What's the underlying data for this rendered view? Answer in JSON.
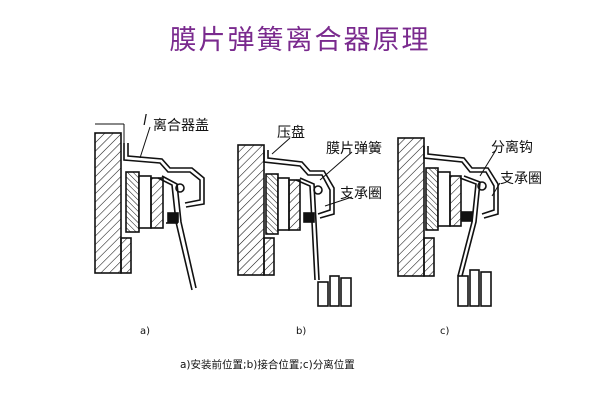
{
  "title": "膜片弹簧离合器原理",
  "labels": {
    "a_dim": "l",
    "cover": "离合器盖",
    "pressure_plate": "压盘",
    "diaphragm_spring": "膜片弹簧",
    "support_ring_b": "支承圈",
    "release_hook": "分离钩",
    "support_ring_c": "支承圈"
  },
  "panels": {
    "a": "a)",
    "b": "b)",
    "c": "c)"
  },
  "caption": "a)安装前位置;b)接合位置;c)分离位置",
  "colors": {
    "title": "#7a2a8e",
    "line": "#111111"
  }
}
